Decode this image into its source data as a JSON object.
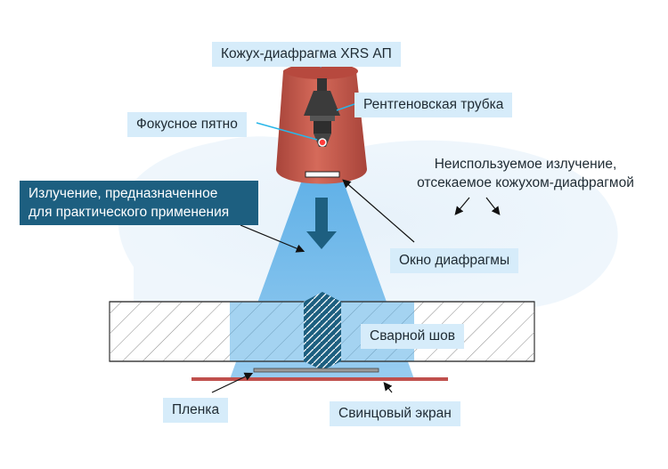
{
  "labels": {
    "housing": "Кожух-диафрагма XRS АП",
    "tube": "Рентгеновская трубка",
    "focal_spot": "Фокусное пятно",
    "useful_beam_line1": "Излучение, предназначенное",
    "useful_beam_line2": "для практического применения",
    "unused_line1": "Неиспользуемое излучение,",
    "unused_line2": "отсекаемое кожухом-диафрагмой",
    "window": "Окно диафрагмы",
    "weld": "Сварной шов",
    "film": "Пленка",
    "lead_screen": "Свинцовый экран"
  },
  "colors": {
    "label_bg": "#d6ecfa",
    "dark_label_bg": "#1d5f80",
    "beam": "#5aaee6",
    "housing": "#c9584a",
    "lead": "#c0504d",
    "arrow": "#1d5f80"
  }
}
